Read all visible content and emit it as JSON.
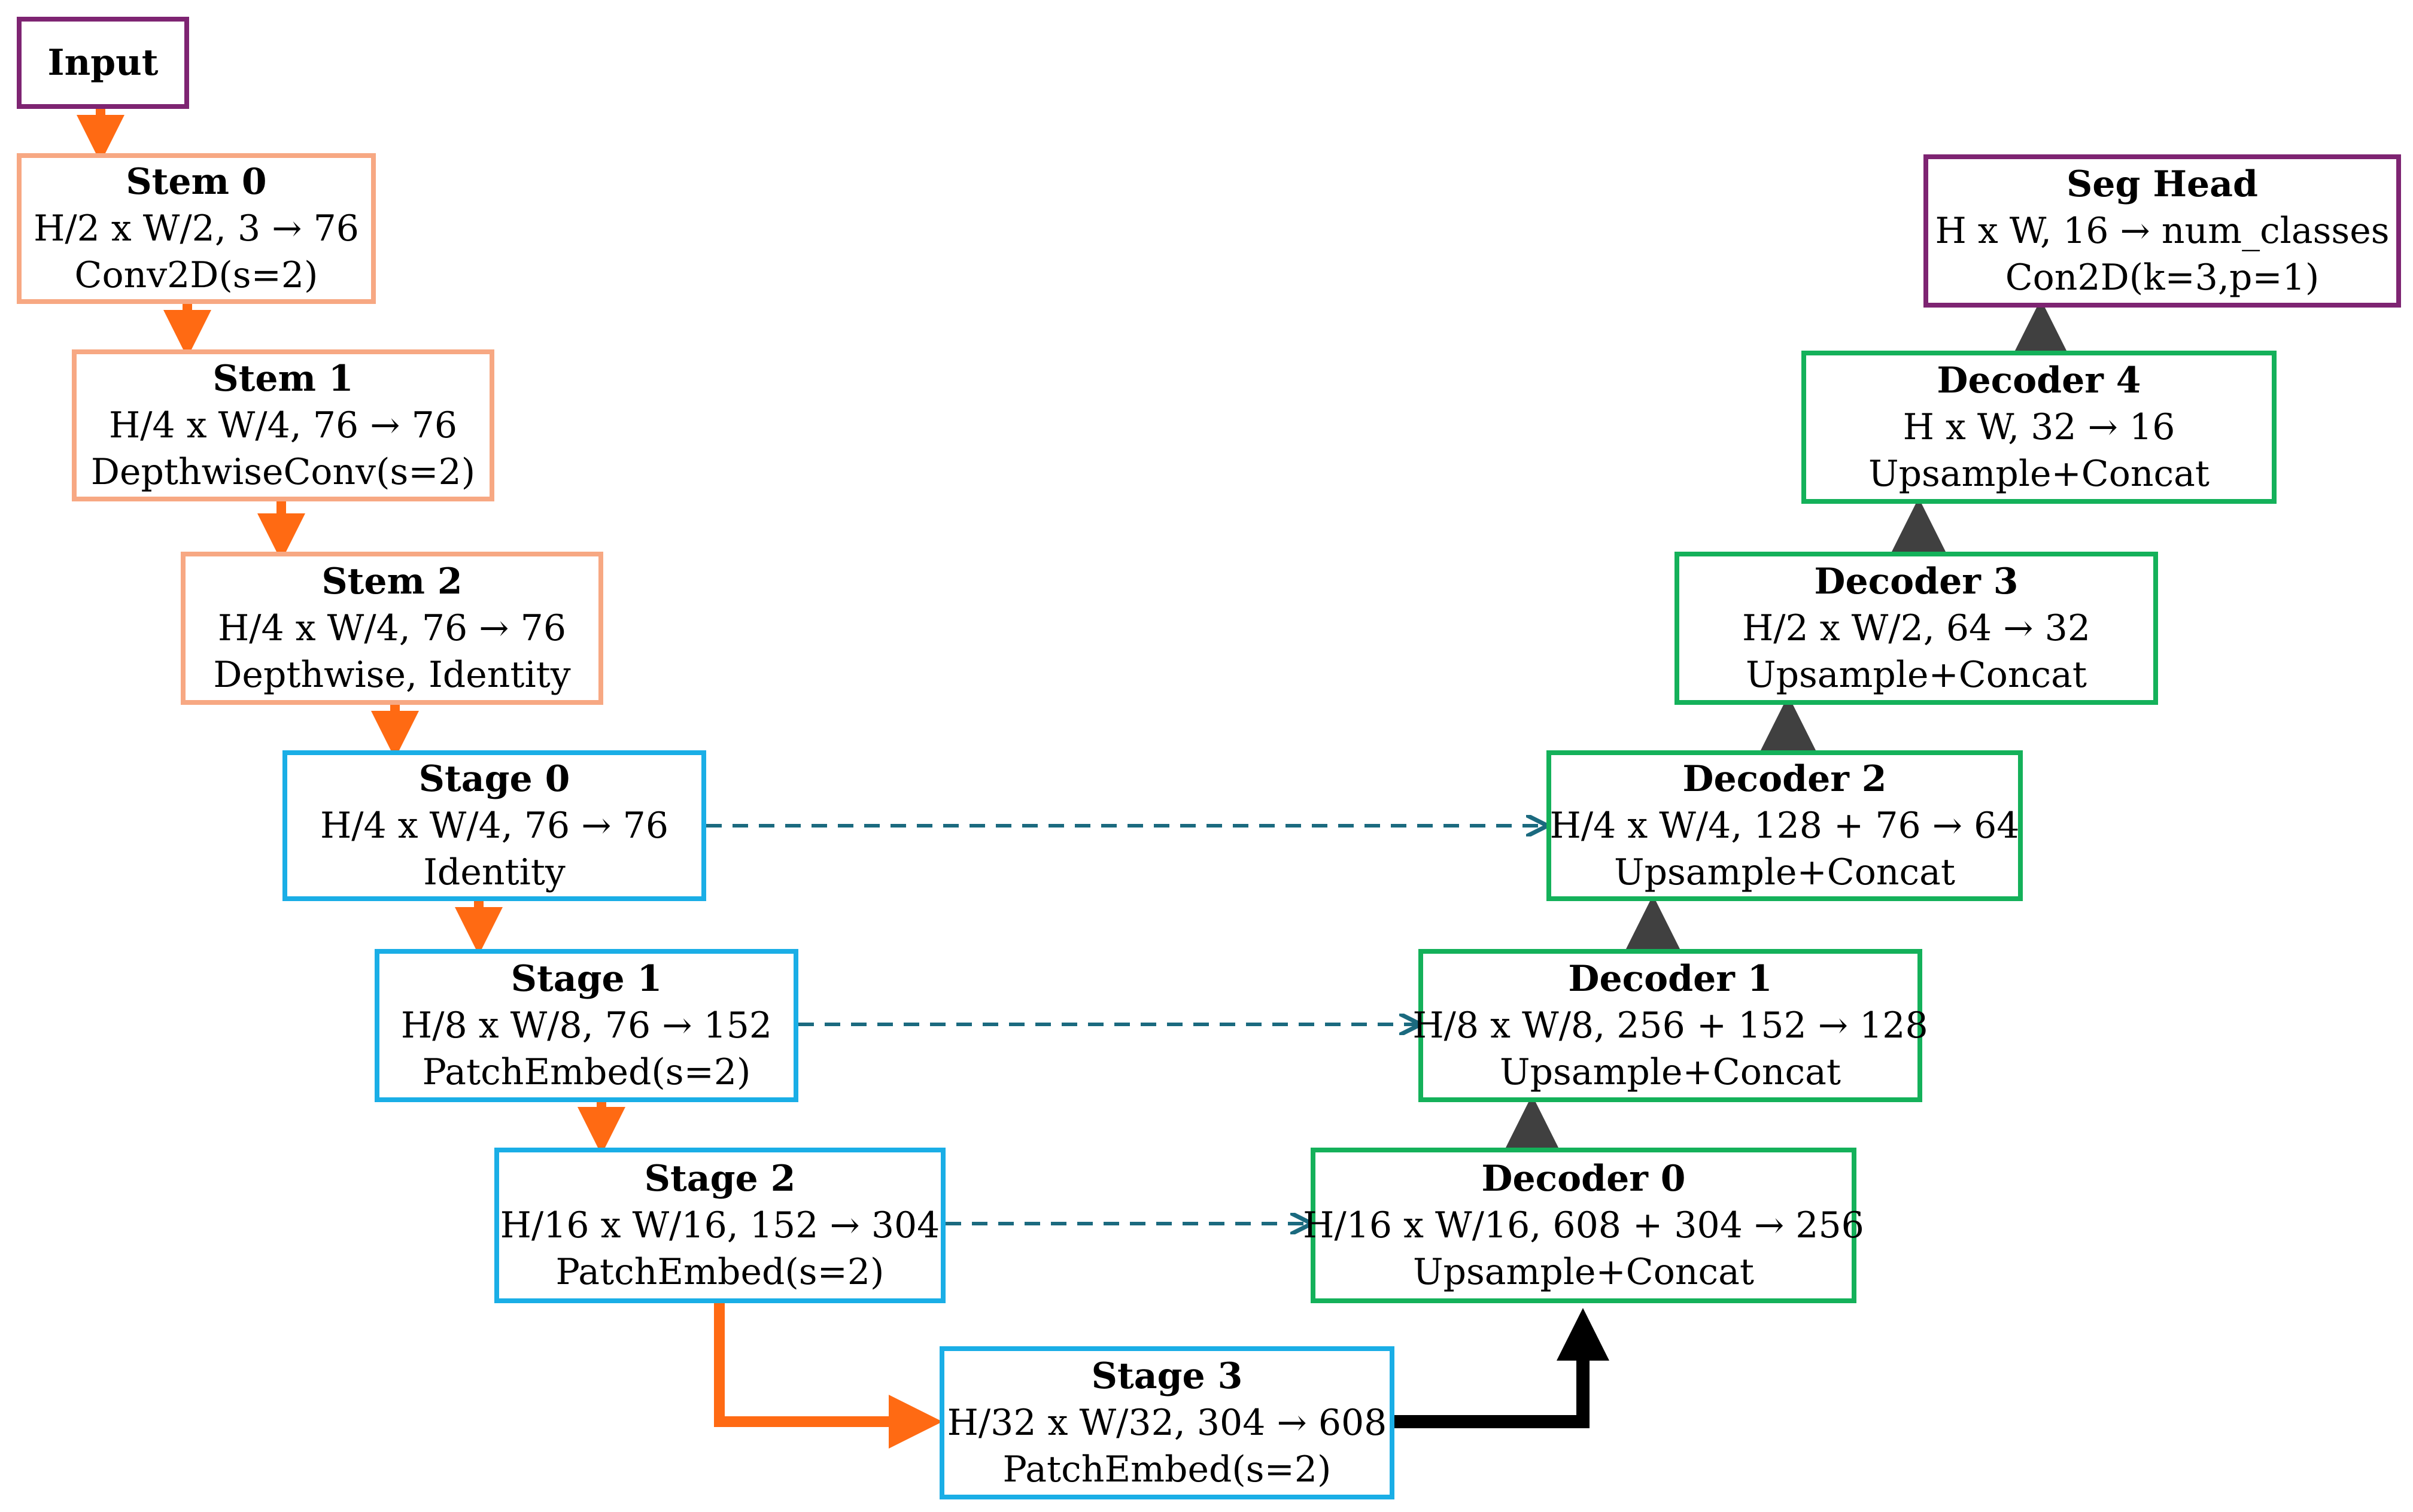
{
  "colors": {
    "purple": "#7e2472",
    "salmon": "#f7a883",
    "cyan": "#1aaee6",
    "green": "#14b15a",
    "orange_arrow": "#ff6a13",
    "dark_arrow": "#404040",
    "black_arrow": "#000000",
    "skip_dashed": "#1b6a7f"
  },
  "input": {
    "label": "Input"
  },
  "stem0": {
    "title": "Stem 0",
    "shape": "H/2 x W/2, 3 → 76",
    "op": "Conv2D(s=2)"
  },
  "stem1": {
    "title": "Stem 1",
    "shape": "H/4 x W/4, 76 → 76",
    "op": "DepthwiseConv(s=2)"
  },
  "stem2": {
    "title": "Stem 2",
    "shape": "H/4 x W/4, 76 → 76",
    "op": "Depthwise, Identity"
  },
  "stage0": {
    "title": "Stage 0",
    "shape": "H/4 x W/4, 76  → 76",
    "op": "Identity"
  },
  "stage1": {
    "title": "Stage 1",
    "shape": "H/8 x W/8, 76 → 152",
    "op": "PatchEmbed(s=2)"
  },
  "stage2": {
    "title": "Stage 2",
    "shape": "H/16 x W/16, 152 → 304",
    "op": "PatchEmbed(s=2)"
  },
  "stage3": {
    "title": "Stage 3",
    "shape": "H/32 x W/32, 304 → 608",
    "op": "PatchEmbed(s=2)"
  },
  "decoder0": {
    "title": "Decoder 0",
    "shape": "H/16 x W/16, 608 + 304 → 256",
    "op": "Upsample+Concat"
  },
  "decoder1": {
    "title": "Decoder 1",
    "shape": "H/8 x W/8, 256 + 152 → 128",
    "op": "Upsample+Concat"
  },
  "decoder2": {
    "title": "Decoder 2",
    "shape": "H/4 x W/4, 128 + 76 → 64",
    "op": "Upsample+Concat"
  },
  "decoder3": {
    "title": "Decoder 3",
    "shape": "H/2 x W/2, 64 → 32",
    "op": "Upsample+Concat"
  },
  "decoder4": {
    "title": "Decoder 4",
    "shape": "H x W, 32 → 16",
    "op": "Upsample+Concat"
  },
  "seghead": {
    "title": "Seg Head",
    "shape": "H x W, 16 → num_classes",
    "op": "Con2D(k=3,p=1)"
  }
}
